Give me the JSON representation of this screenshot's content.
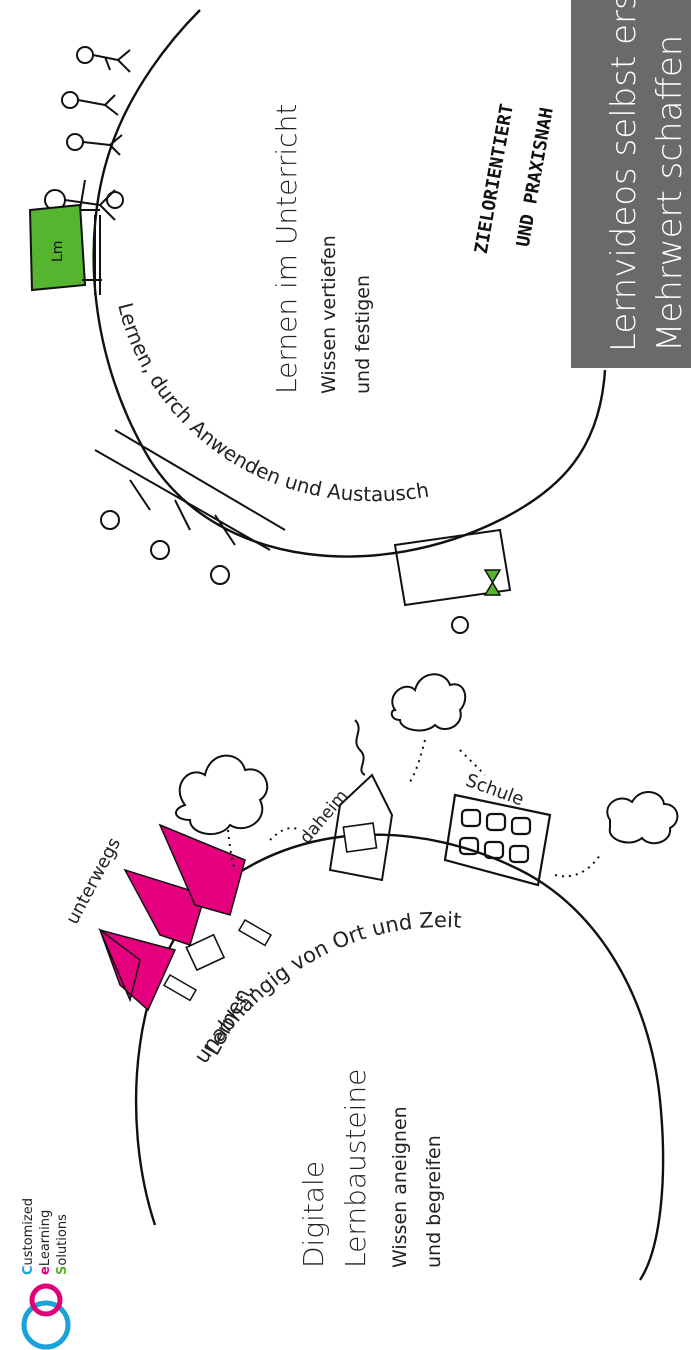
{
  "logo": {
    "line1_initial": "C",
    "line1_rest": "ustomized",
    "line2_initial": "e",
    "line2_rest": "Learning",
    "line3_initial": "S",
    "line3_rest": "olutions",
    "colors": {
      "blue": "#1aa3d9",
      "magenta": "#e0007a",
      "green": "#5bb030"
    }
  },
  "left_section": {
    "title_line1": "Digitale",
    "title_line2": "Lernbausteine",
    "sub_line1": "Wissen aneignen",
    "sub_line2": "und begreifen",
    "arc_label_1": "Lernen,",
    "arc_label_2": "unabhängig von Ort und Zeit",
    "place_1": "unterwegs",
    "place_2": "daheim",
    "place_3": "Schule"
  },
  "right_section": {
    "title": "Lernen im Unterricht",
    "sub_line1": "Wissen vertiefen",
    "sub_line2": "und festigen",
    "arc_label": "Lernen, durch Anwenden und Austausch",
    "slogan_line1": "ZIELORIENTIERT",
    "slogan_line2": "UND PRAXISNAH",
    "board_text": "Lm"
  },
  "banner": {
    "line1": "Lernvideos selbst erst",
    "line2": "Mehrwert schaffen",
    "bg_color": "#6a6a6c"
  },
  "icons": [
    "es-logo-icon",
    "tree-icon",
    "cloud-icon",
    "house-icon",
    "school-building-icon",
    "laptop-icon",
    "person-icon",
    "whiteboard-icon",
    "hourglass-icon"
  ],
  "accent_colors": {
    "tree": "#e5007d",
    "board": "#56b52e",
    "hourglass": "#56b52e"
  }
}
